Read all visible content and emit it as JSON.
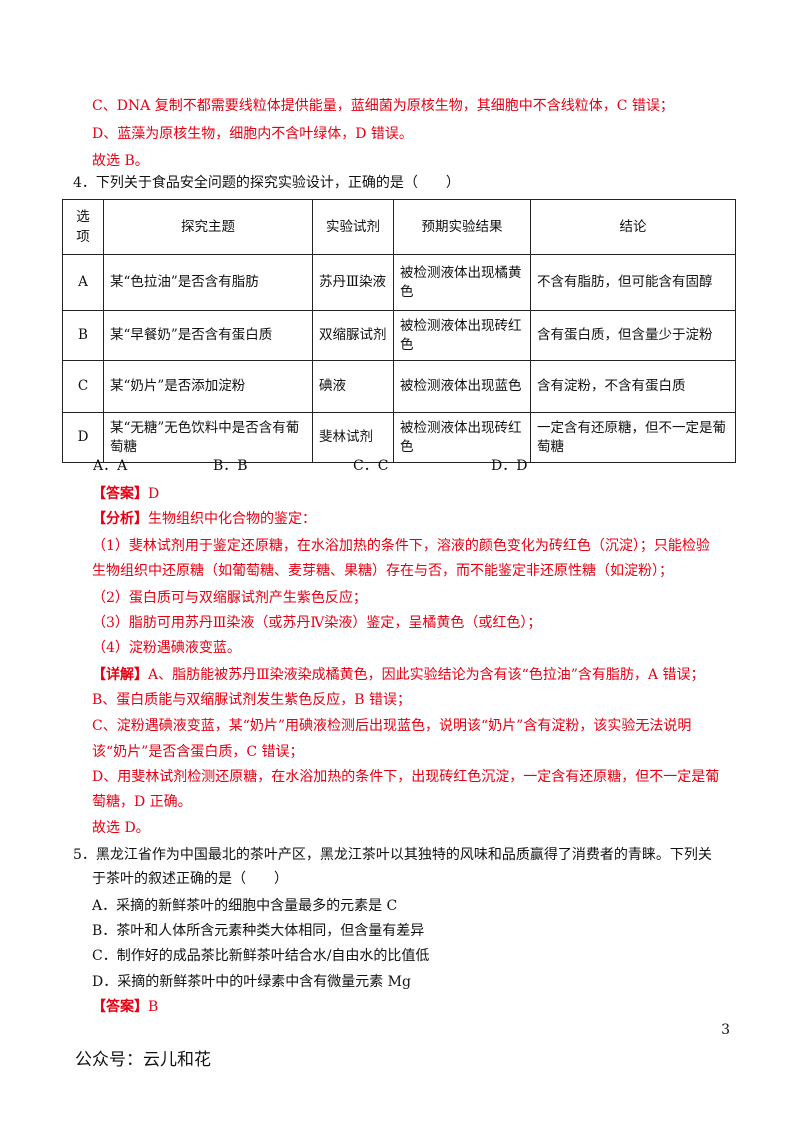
{
  "top_explain": {
    "c": "C、DNA 复制不都需要线粒体提供能量，蓝细菌为原核生物，其细胞中不含线粒体，C 错误；",
    "d": "D、蓝藻为原核生物，细胞内不含叶绿体，D 错误。",
    "conclude": "故选 B。"
  },
  "q4": {
    "stem": "4．下列关于食品安全问题的探究实验设计，正确的是（　　）",
    "table": {
      "headers": [
        "选项",
        "探究主题",
        "实验试剂",
        "预期实验结果",
        "结论"
      ],
      "rows": [
        [
          "A",
          "某“色拉油”是否含有脂肪",
          "苏丹Ⅲ染液",
          "被检测液体出现橘黄色",
          "不含有脂肪，但可能含有固醇"
        ],
        [
          "B",
          "某“早餐奶”是否含有蛋白质",
          "双缩脲试剂",
          "被检测液体出现砖红色",
          "含有蛋白质，但含量少于淀粉"
        ],
        [
          "C",
          "某“奶片”是否添加淀粉",
          "碘液",
          "被检测液体出现蓝色",
          "含有淀粉，不含有蛋白质"
        ],
        [
          "D",
          "某“无糖”无色饮料中是否含有葡萄糖",
          "斐林试剂",
          "被检测液体出现砖红色",
          "一定含有还原糖，但不一定是葡萄糖"
        ]
      ]
    },
    "choices": [
      "A．A",
      "B．B",
      "C．C",
      "D．D"
    ],
    "answer_tag": "【答案】",
    "answer": "D",
    "analysis_tag": "【分析】",
    "analysis_title": "生物组织中化合物的鉴定：",
    "analysis": [
      "（1）斐林试剂用于鉴定还原糖，在水浴加热的条件下，溶液的颜色变化为砖红色（沉淀）；只能检验",
      "生物组织中还原糖（如葡萄糖、麦芽糖、果糖）存在与否，而不能鉴定非还原性糖（如淀粉）；",
      "（2）蛋白质可与双缩脲试剂产生紫色反应；",
      "（3）脂肪可用苏丹Ⅲ染液（或苏丹Ⅳ染液）鉴定，呈橘黄色（或红色）；",
      "（4）淀粉遇碘液变蓝。"
    ],
    "detail_tag": "【详解】",
    "detail": [
      "A、脂肪能被苏丹Ⅲ染液染成橘黄色，因此实验结论为含有该“色拉油”含有脂肪，A 错误；",
      "B、蛋白质能与双缩脲试剂发生紫色反应，B 错误；",
      "C、淀粉遇碘液变蓝，某“奶片”用碘液检测后出现蓝色，说明该“奶片”含有淀粉，该实验无法说明",
      "该“奶片”是否含蛋白质，C 错误；",
      "D、用斐林试剂检测还原糖，在水浴加热的条件下，出现砖红色沉淀，一定含有还原糖，但不一定是葡",
      "萄糖，D 正确。",
      "故选 D。"
    ]
  },
  "q5": {
    "stem1": "5．黑龙江省作为中国最北的茶叶产区，黑龙江茶叶以其独特的风味和品质赢得了消费者的青睐。下列关",
    "stem2": "于茶叶的叙述正确的是（　　）",
    "options": [
      "A．采摘的新鲜茶叶的细胞中含量最多的元素是 C",
      "B．茶叶和人体所含元素种类大体相同，但含量有差异",
      "C．制作好的成品茶比新鲜茶叶结合水/自由水的比值低",
      "D．采摘的新鲜茶叶中的叶绿素中含有微量元素 Mg"
    ],
    "answer_tag": "【答案】",
    "answer": "B"
  },
  "page_number": "3",
  "footer": "公众号：云儿和花"
}
